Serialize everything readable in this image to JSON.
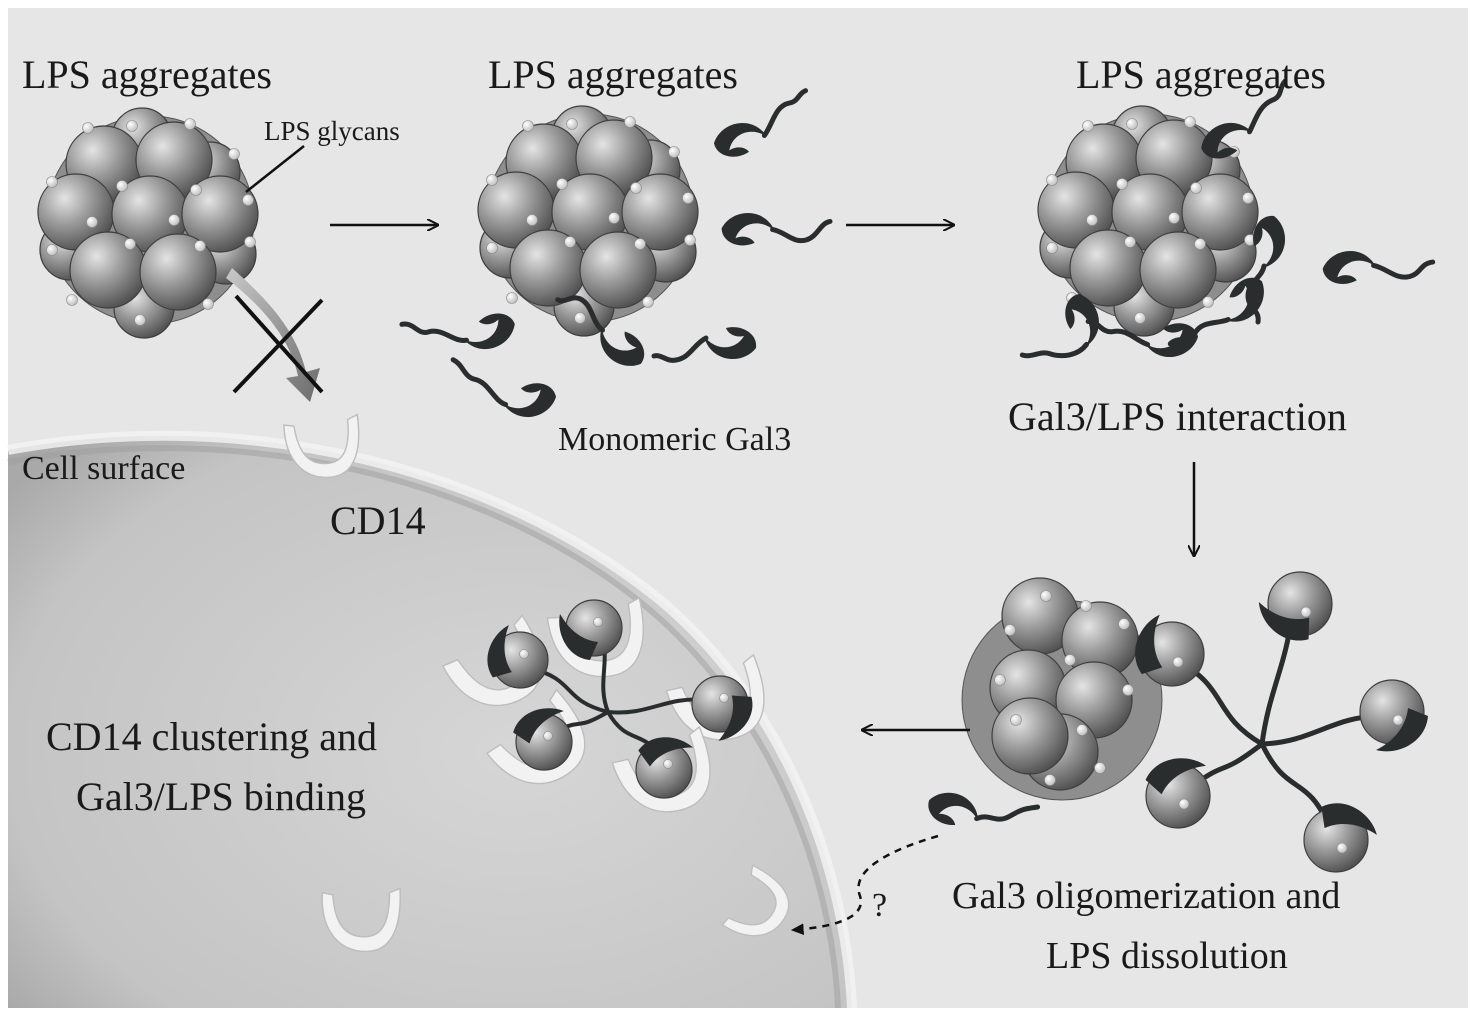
{
  "labels": {
    "lps_aggregates_1": "LPS aggregates",
    "lps_aggregates_2": "LPS aggregates",
    "lps_aggregates_3": "LPS aggregates",
    "lps_glycans": "LPS glycans",
    "monomeric_gal3": "Monomeric Gal3",
    "gal3_lps_interaction": "Gal3/LPS interaction",
    "cell_surface": "Cell surface",
    "cd14": "CD14",
    "cd14_clustering_line1": "CD14 clustering and",
    "cd14_clustering_line2": "Gal3/LPS binding",
    "oligomerization_line1": "Gal3 oligomerization and",
    "oligomerization_line2": "LPS dissolution",
    "question_mark": "?"
  },
  "colors": {
    "background": "#e6e6e6",
    "cell": "#cdcdcd",
    "gal3": "#2a2d2d",
    "lps_sphere": "#8f8f8f",
    "arrow": "#111111"
  }
}
